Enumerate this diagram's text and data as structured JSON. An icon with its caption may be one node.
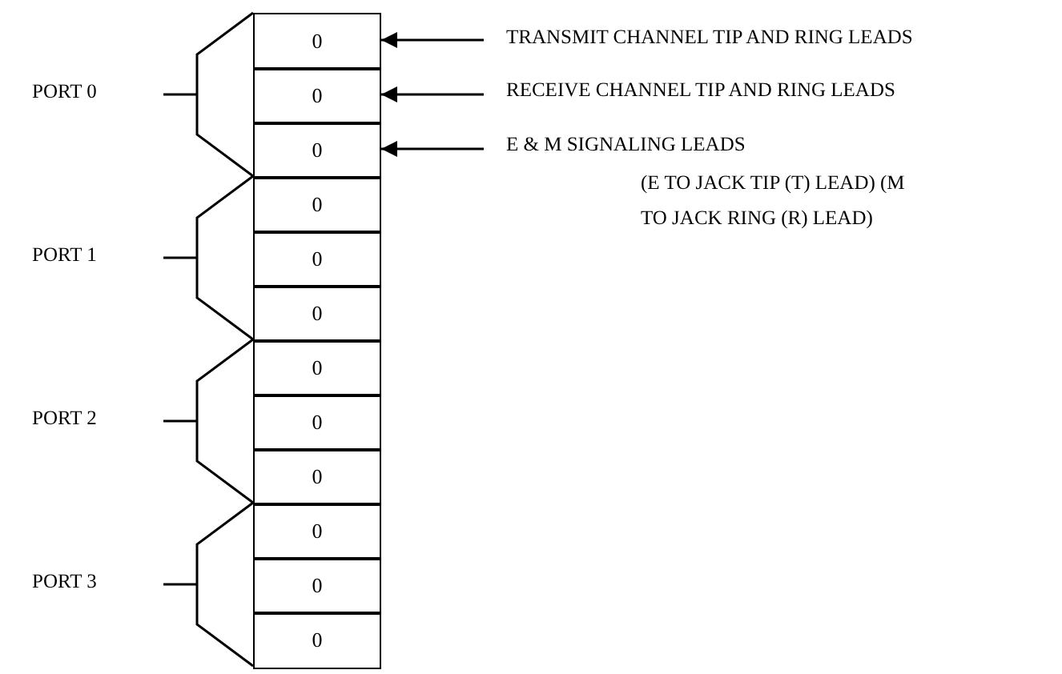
{
  "diagram": {
    "nodes": [
      {
        "text": [
          "0"
        ]
      },
      {
        "text": [
          "0"
        ]
      },
      {
        "text": [
          "0"
        ]
      },
      {
        "text": [
          "0"
        ]
      },
      {
        "text": [
          "0"
        ]
      },
      {
        "text": [
          "0"
        ]
      },
      {
        "text": [
          "0"
        ]
      },
      {
        "text": [
          "0"
        ]
      },
      {
        "text": [
          "0"
        ]
      },
      {
        "text": [
          "0"
        ]
      },
      {
        "text": [
          "0"
        ]
      },
      {
        "text": [
          "0"
        ]
      },
      {
        "text": [
          "TRANSMIT CHANNEL TIP AND RING LEADS"
        ]
      },
      {
        "text": [
          "RECEIVE CHANNEL TIP AND RING LEADS"
        ]
      },
      {
        "text": [
          "E & M SIGNALING LEADS",
          "(E TO JACK TIP (T) LEAD) (M TO JACK RING (R) LEAD)"
        ]
      }
    ],
    "edges": [
      {
        "from": 12,
        "to": 0,
        "arrow": "to"
      },
      {
        "from": 13,
        "to": 1,
        "arrow": "to"
      },
      {
        "from": 14,
        "to": 2,
        "arrow": "to"
      }
    ],
    "labels": [
      "PORT 0",
      "PORT 1",
      "PORT 2",
      "PORT 3"
    ]
  }
}
